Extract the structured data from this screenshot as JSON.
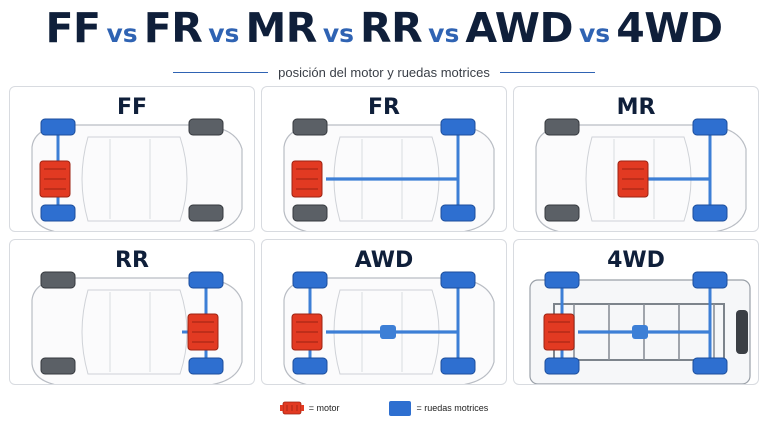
{
  "title": {
    "ff": "FF",
    "fr": "FR",
    "mr": "MR",
    "rr": "RR",
    "awd": "AWD",
    "fwd4": "4WD",
    "vs": "vs"
  },
  "subtitle": "posición del motor y ruedas motrices",
  "cards": [
    {
      "label": "FF",
      "engine": "front",
      "drive": "front"
    },
    {
      "label": "FR",
      "engine": "front",
      "drive": "rear"
    },
    {
      "label": "MR",
      "engine": "mid",
      "drive": "rear"
    },
    {
      "label": "RR",
      "engine": "rear",
      "drive": "rear"
    },
    {
      "label": "AWD",
      "engine": "front",
      "drive": "all"
    },
    {
      "label": "4WD",
      "engine": "front",
      "drive": "all"
    }
  ],
  "legend": {
    "motor": "= motor",
    "wheels": "= ruedas motrices"
  },
  "colors": {
    "engine": "#e23a22",
    "drive_wheel": "#2e6fd0",
    "idle_wheel": "#5b6066",
    "driveline": "#3d7fd6",
    "title": "#0f1f3a",
    "vs": "#2f63b3"
  }
}
